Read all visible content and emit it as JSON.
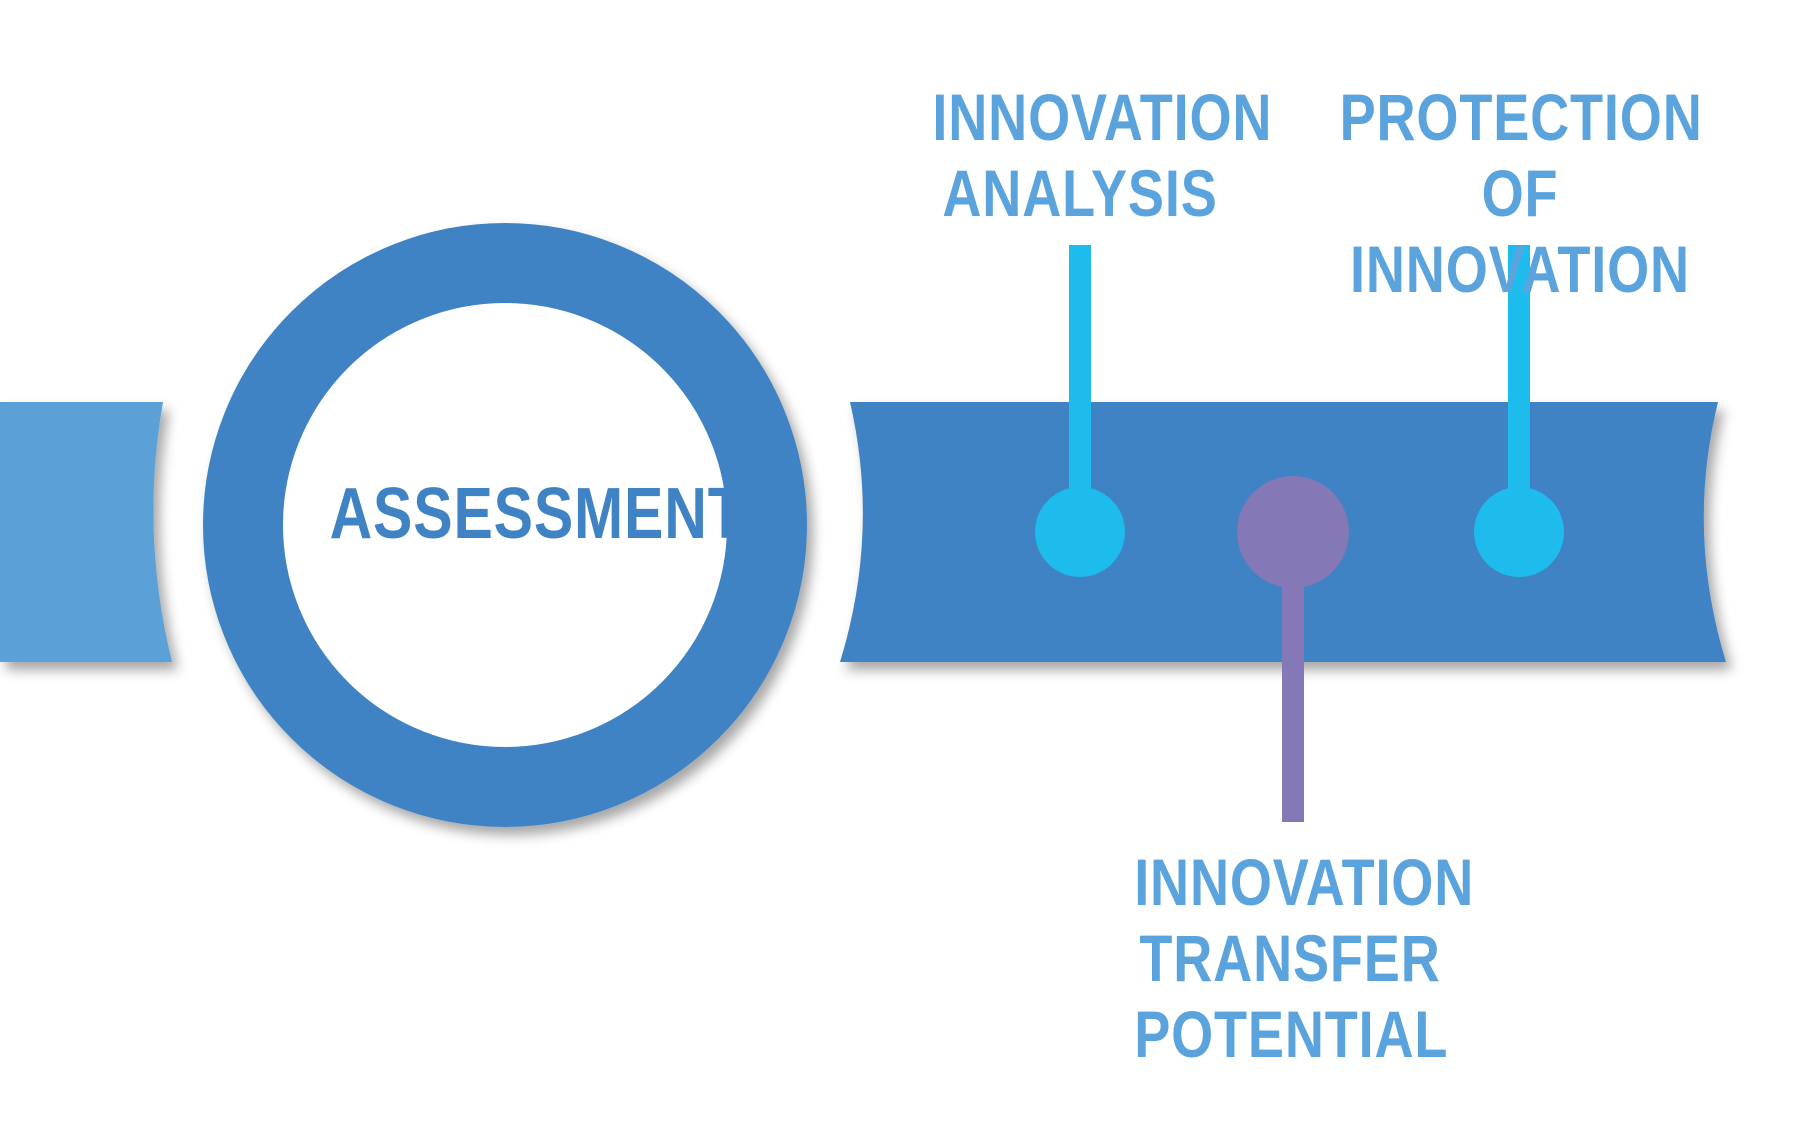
{
  "colors": {
    "left_band": "#5ba0d8",
    "main_band": "#3f83c4",
    "ring": "#3f83c4",
    "cyan": "#1ebcec",
    "purple": "#8478b6",
    "label_text": "#5ba3dd",
    "center_text": "#3f83c4"
  },
  "center": {
    "label": "ASSESSMENT"
  },
  "milestones": [
    {
      "id": "analysis",
      "lines": [
        "INNOVATION",
        "ANALYSIS"
      ],
      "position": "above",
      "color": "cyan"
    },
    {
      "id": "transfer",
      "lines": [
        "INNOVATION",
        "TRANSFER",
        "POTENTIAL"
      ],
      "position": "below",
      "color": "purple"
    },
    {
      "id": "protection",
      "lines": [
        "PROTECTION OF",
        "INNOVATION"
      ],
      "position": "above",
      "color": "cyan"
    }
  ]
}
